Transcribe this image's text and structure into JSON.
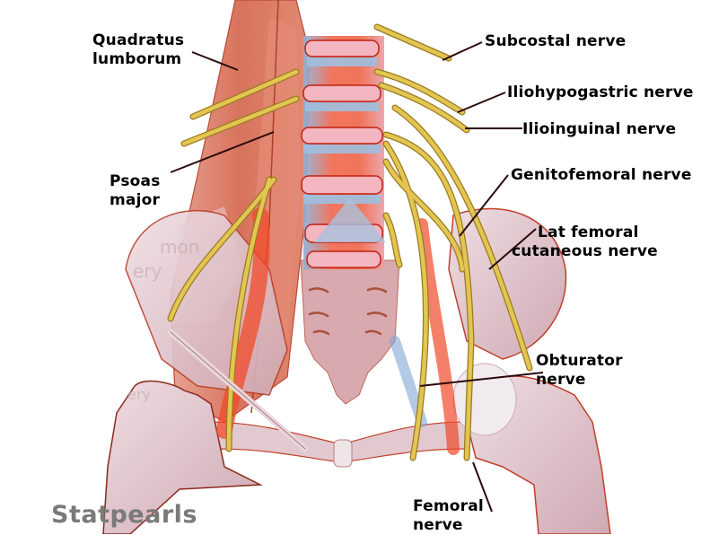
{
  "figure": {
    "subject": "Lumbar plexus nerves, anterior view",
    "watermark": "Statpearls",
    "colors": {
      "muscle": "#d9735f",
      "muscle_light": "#e8a08e",
      "vessel_red": "#f04a2a",
      "bone": "#d8b8c0",
      "bone_light": "#eedde2",
      "disc_blue": "#8fb0d6",
      "nerve": "#e0c24a",
      "nerve_dark": "#a8862a",
      "leader_line": "#2a0a0a",
      "label_text": "#000000",
      "watermark_text": "#7a7a7a"
    }
  },
  "labels": {
    "quadratus_lumborum": {
      "line1": "Quadratus",
      "line2": "lumborum"
    },
    "psoas_major": {
      "line1": "Psoas",
      "line2": "major"
    },
    "subcostal_nerve": "Subcostal nerve",
    "iliohypogastric_nerve": "Iliohypogastric nerve",
    "ilioinguinal_nerve": "Ilioinguinal nerve",
    "genitofemoral_nerve": "Genitofemoral nerve",
    "lat_femoral_cutaneous_nerve": {
      "line1": "Lat femoral",
      "line2": "cutaneous nerve"
    },
    "obturator_nerve": {
      "line1": "Obturator",
      "line2": "nerve"
    },
    "femoral_nerve": {
      "line1": "Femoral",
      "line2": "nerve"
    }
  },
  "ghost_text": {
    "a": "mon",
    "b": "ery",
    "c": "ery"
  }
}
